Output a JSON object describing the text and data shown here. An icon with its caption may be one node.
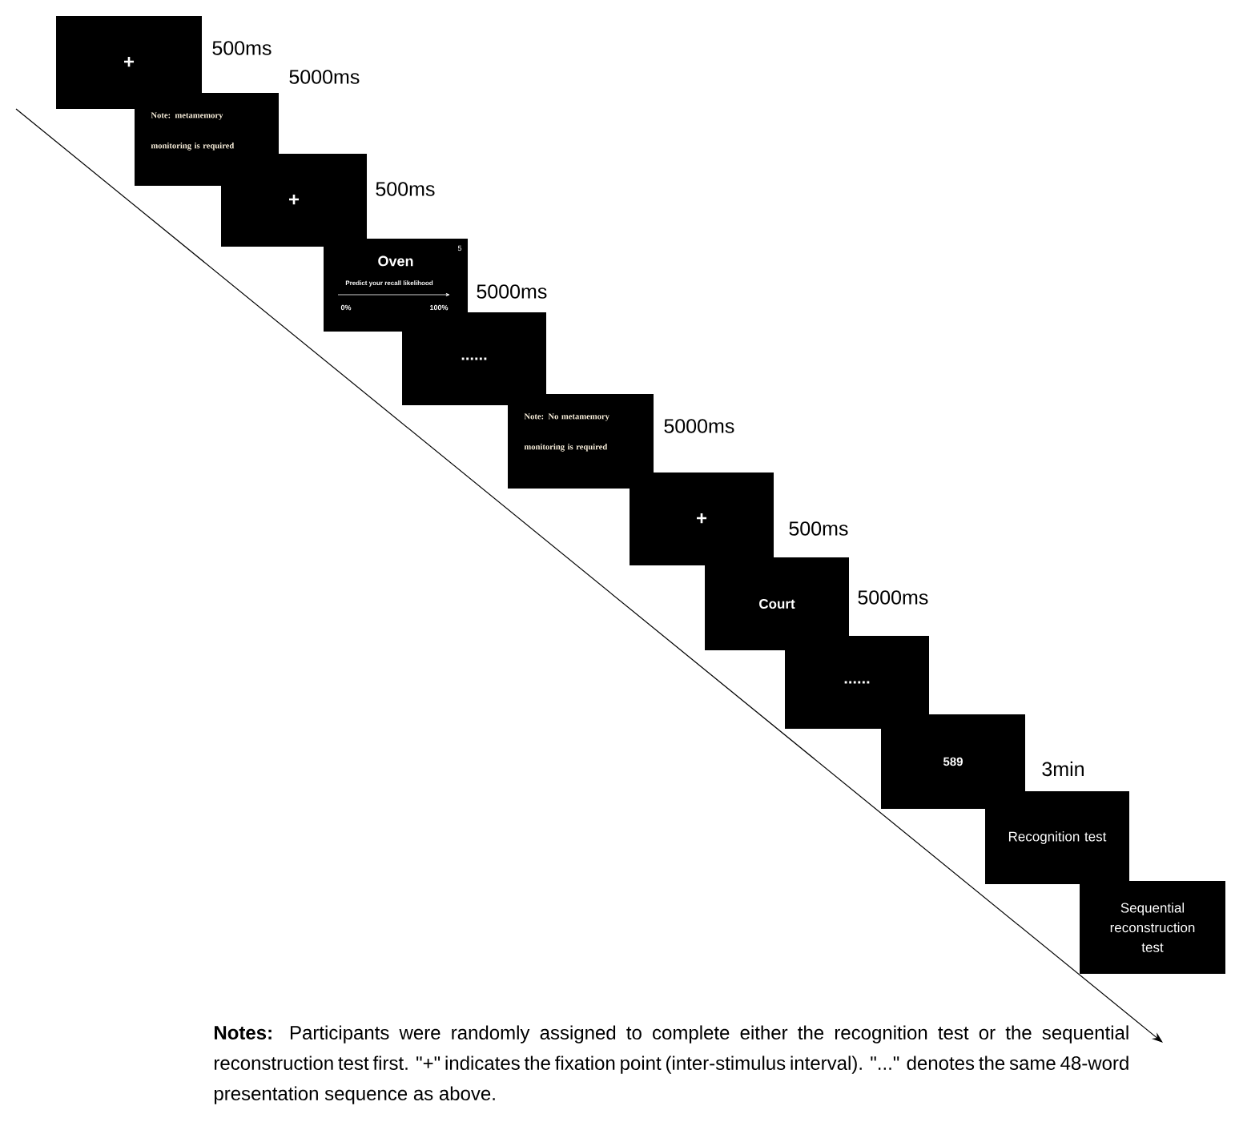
{
  "diagram": {
    "caption": "**Notes:** Participants were randomly assigned to complete either the recognition test or the sequential reconstruction test first. \"+\" indicates the fixation point (inter-stimulus interval). \"...\" denotes the same 48-word presentation sequence as above.",
    "nodes": [
      {
        "text": [
          "+"
        ],
        "beside": [
          "500ms"
        ]
      },
      {
        "text": [
          "Note: metamemory monitoring is required"
        ],
        "beside": [
          "5000ms"
        ]
      },
      {
        "text": [
          "+"
        ],
        "beside": [
          "500ms"
        ]
      },
      {
        "text": [
          "Oven",
          "5",
          "Predict your recall likelihood",
          "0%",
          "100%"
        ],
        "beside": [
          "5000ms"
        ]
      },
      {
        "text": [
          "......"
        ]
      },
      {
        "text": [
          "Note: No metamemory monitoring is required"
        ],
        "beside": [
          "5000ms"
        ]
      },
      {
        "text": [
          "+"
        ],
        "beside": [
          "500ms"
        ]
      },
      {
        "text": [
          "Court"
        ],
        "beside": [
          "5000ms"
        ]
      },
      {
        "text": [
          "......"
        ]
      },
      {
        "text": [
          "589"
        ],
        "beside": [
          "3min"
        ]
      },
      {
        "text": [
          "Recognition test"
        ]
      },
      {
        "text": [
          "Sequential reconstruction test"
        ]
      }
    ]
  }
}
